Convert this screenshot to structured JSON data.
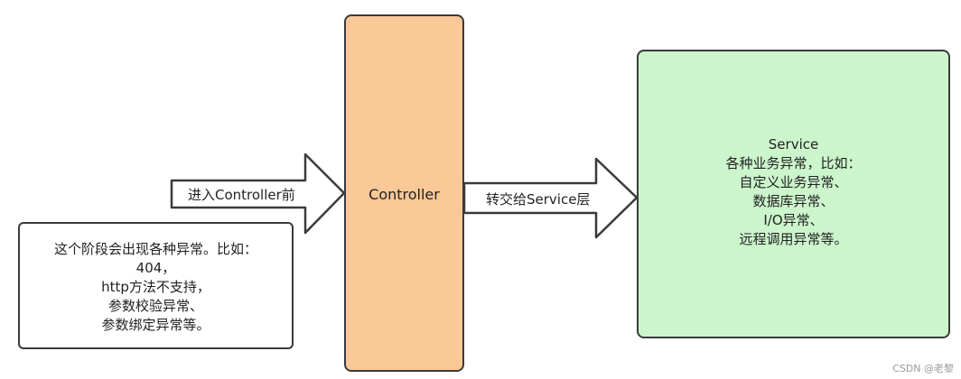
{
  "arrows": {
    "in_label": "进入Controller前",
    "forward_label": "转交给Service层"
  },
  "controller": {
    "label": "Controller"
  },
  "service": {
    "lines": [
      "Service",
      "各种业务异常，比如：",
      "自定义业务异常、",
      "数据库异常、",
      "I/O异常、",
      "远程调用异常等。"
    ]
  },
  "note": {
    "lines": [
      "这个阶段会出现各种异常。比如：",
      "404，",
      "http方法不支持，",
      "参数校验异常、",
      "参数绑定异常等。"
    ]
  },
  "watermark": "CSDN @老黎",
  "colors": {
    "controller_fill": "#fbc898",
    "service_fill": "#ccf5cc",
    "outline": "#3a3a3a"
  }
}
